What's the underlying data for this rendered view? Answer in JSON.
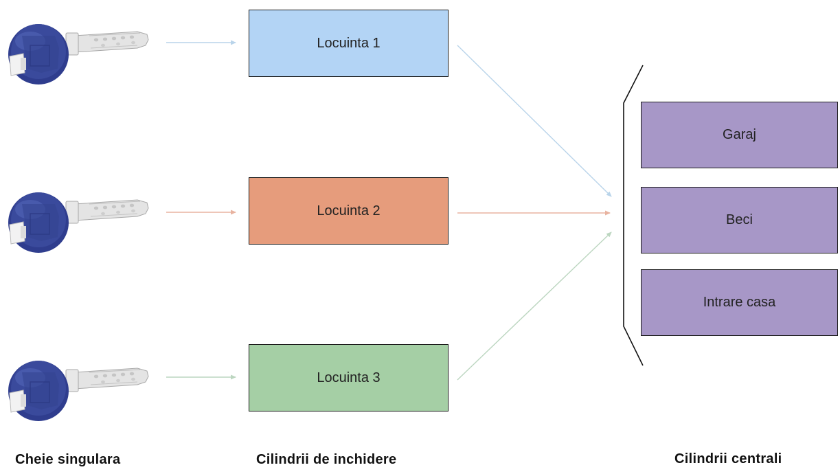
{
  "colors": {
    "lock_1": "#b3d4f5",
    "lock_2": "#e69c7c",
    "lock_3": "#a5cfa5",
    "central": "#a797c7",
    "arrow_1": "#b9d4ea",
    "arrow_2": "#e8b3a0",
    "arrow_3": "#bcd6c0",
    "key_head": "#3a4a9c",
    "key_blade": "#d9d9d9"
  },
  "keys": [
    {
      "icon": "key-icon"
    },
    {
      "icon": "key-icon"
    },
    {
      "icon": "key-icon"
    }
  ],
  "lock_cylinders": [
    {
      "label": "Locuinta 1"
    },
    {
      "label": "Locuinta 2"
    },
    {
      "label": "Locuinta 3"
    }
  ],
  "central_cylinders": [
    {
      "label": "Garaj"
    },
    {
      "label": "Beci"
    },
    {
      "label": "Intrare casa"
    }
  ],
  "column_labels": {
    "keys": "Cheie singulara",
    "locks": "Cilindrii de inchidere",
    "central": "Cilindrii centrali"
  }
}
